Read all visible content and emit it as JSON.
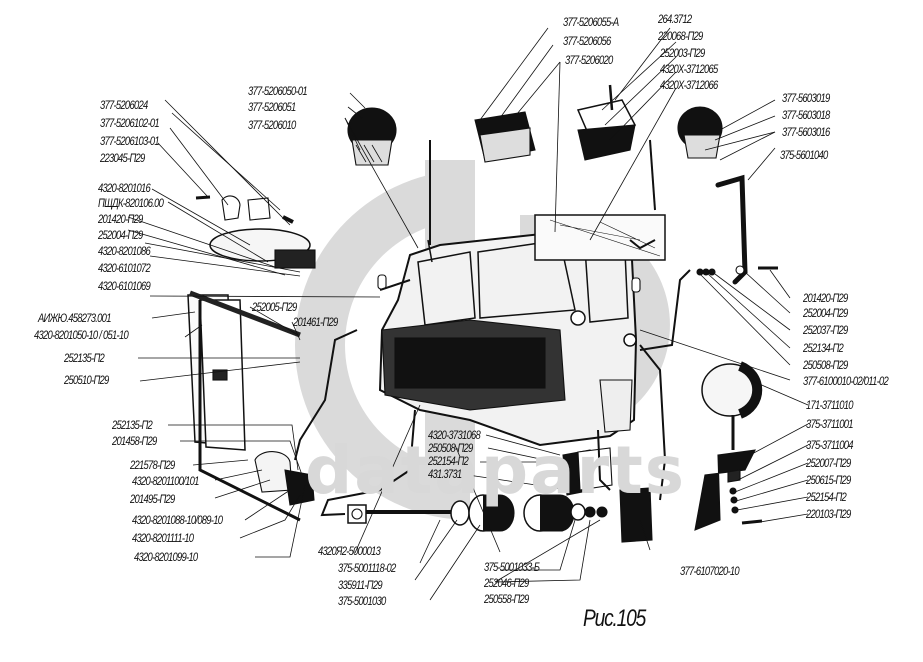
{
  "figure": {
    "caption": "Рис.105",
    "watermark": "dataparts",
    "colors": {
      "ink": "#111111",
      "watermark": "#d9d9d9",
      "background": "#ffffff"
    }
  },
  "labels": {
    "top_left": [
      "377-5206024",
      "377-5206102-01",
      "377-5206103-01",
      "223045-П29",
      "4320-8201016",
      "ПЩДК-820106.00",
      "201420-П29",
      "252004-П29",
      "4320-8201086",
      "4320-6101072",
      "4320-6101069"
    ],
    "top_center_left": [
      "377-5206050-01",
      "377-5206051",
      "377-5206010"
    ],
    "top_center": [
      "377-5206055-А",
      "377-5206056",
      "377-5206020"
    ],
    "top_center_right": [
      "264.3712",
      "220068-П29",
      "252003-П29",
      "4320Х-3712065",
      "4320Х-3712066"
    ],
    "top_right": [
      "377-5603019",
      "377-5603018",
      "377-5603016",
      "375-5601040"
    ],
    "mirror_left": [
      "АИЖЮ.458273.001",
      "4320-8201050-10 / 051-10",
      "252135-П2",
      "250510-П29"
    ],
    "mirror_arm": [
      "252005-П29",
      "201461-П29"
    ],
    "lower_left": [
      "252135-П2",
      "201458-П29",
      "221578-П29",
      "4320-8201100/101",
      "201495-П29",
      "4320-8201088-10/089-10",
      "4320-8201111-10",
      "4320-8201099-10"
    ],
    "right_middle": [
      "201420-П29",
      "252004-П29",
      "252037-П29",
      "252134-П2",
      "250508-П29",
      "377-6100010-02/011-02"
    ],
    "lamp_right": [
      "171-3711010",
      "375-3711001",
      "375-3711004",
      "252007-П29",
      "250615-П29",
      "252154-П2",
      "220103-П29"
    ],
    "center_lower": [
      "4320-3731068",
      "250508-П29",
      "252154-П2",
      "431.3731"
    ],
    "bottom": [
      "4320Я2-5000013",
      "375-5001118-02",
      "335911-П29",
      "375-5001030",
      "375-5001033-Б",
      "252046-П29",
      "250558-П29",
      "377-6107020-10"
    ]
  }
}
